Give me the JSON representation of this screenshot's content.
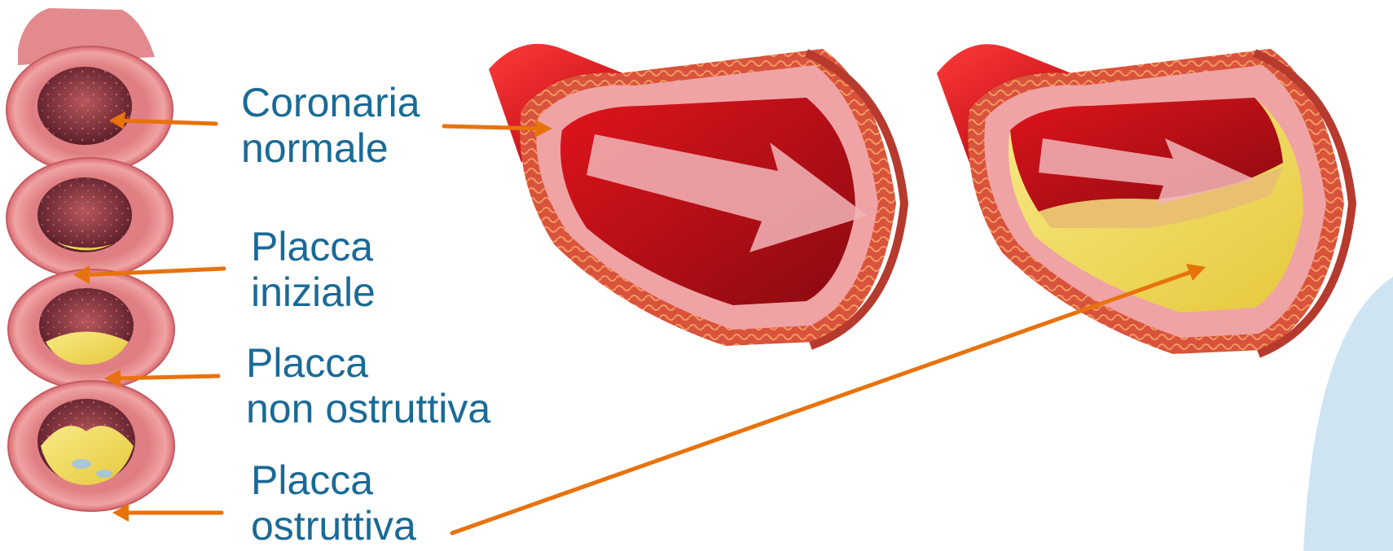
{
  "labels": [
    {
      "line1": "Coronaria",
      "line2": "normale"
    },
    {
      "line1": "Placca",
      "line2": "iniziale"
    },
    {
      "line1": "Placca",
      "line2": "non ostruttiva"
    },
    {
      "line1": "Placca",
      "line2": "ostruttiva"
    }
  ],
  "colors": {
    "label_text": "#1a6a96",
    "arrow": "#e8720c",
    "vessel_wall": "#e8868a",
    "lumen": "#c0141c",
    "plaque": "#f2dc5a",
    "background_accent": "#cfe4f2"
  }
}
